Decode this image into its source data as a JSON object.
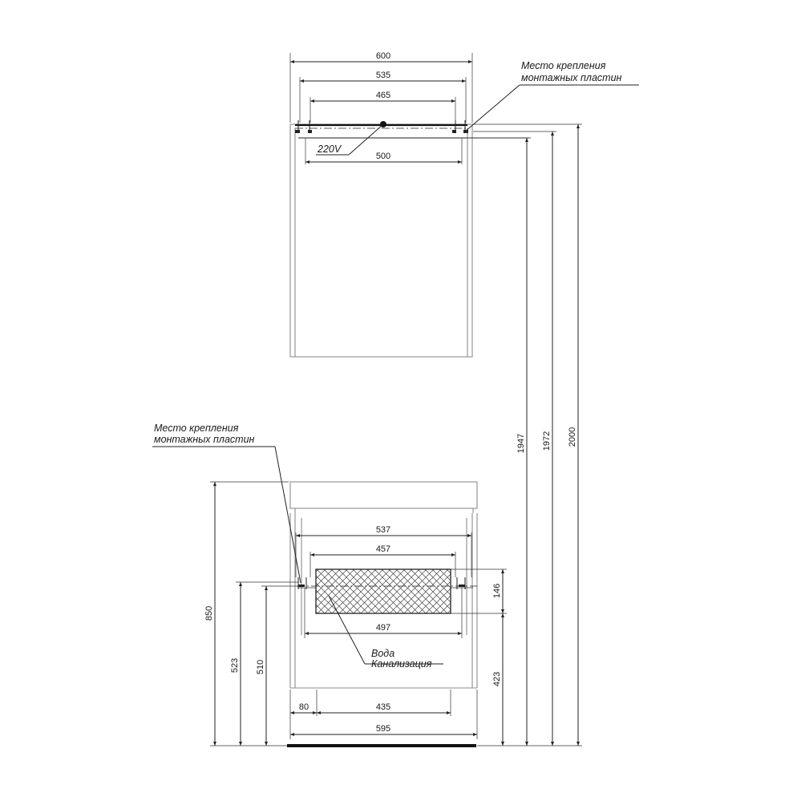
{
  "mirror": {
    "width_600": "600",
    "width_535": "535",
    "width_465": "465",
    "width_500": "500",
    "power_label": "220V"
  },
  "heights": {
    "h_1947": "1947",
    "h_1972": "1972",
    "h_2000": "2000",
    "h_850": "850",
    "h_523": "523",
    "h_510": "510",
    "h_146": "146",
    "h_423": "423"
  },
  "cabinet": {
    "width_537": "537",
    "width_457": "457",
    "width_497": "497",
    "width_80": "80",
    "width_435": "435",
    "width_595": "595"
  },
  "notes": {
    "mount_top_line1": "Место крепления",
    "mount_top_line2": "монтажных пластин",
    "mount_bottom_line1": "Место крепления",
    "mount_bottom_line2": "монтажных пластин",
    "water": "Вода",
    "sewer": "Канализация"
  }
}
